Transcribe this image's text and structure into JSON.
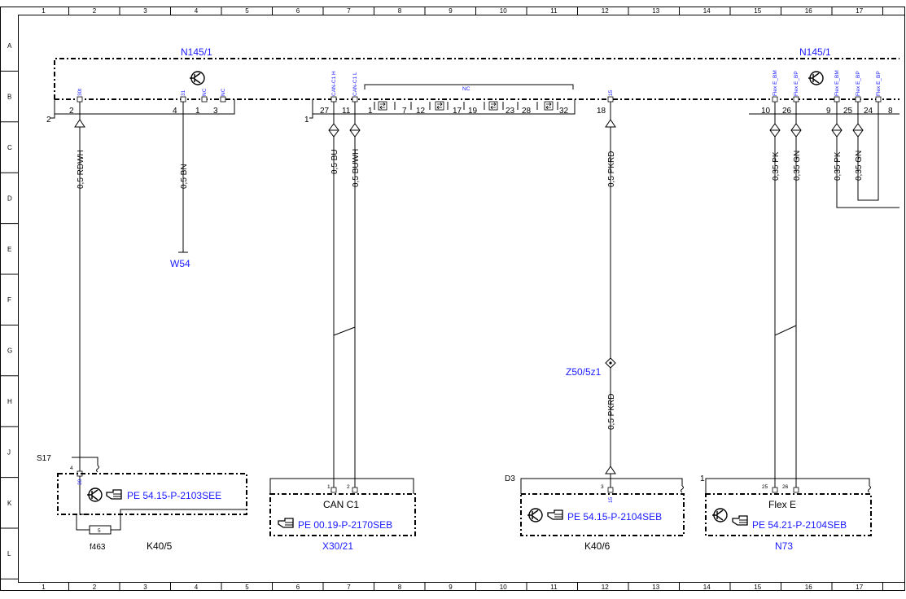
{
  "ruler": {
    "columns": [
      "1",
      "2",
      "3",
      "4",
      "5",
      "6",
      "7",
      "8",
      "9",
      "10",
      "11",
      "12",
      "13",
      "14",
      "15",
      "16",
      "17"
    ],
    "rows": [
      "A",
      "B",
      "C",
      "D",
      "E",
      "F",
      "G",
      "H",
      "J",
      "K",
      "L"
    ]
  },
  "modules": {
    "top_left": "N145/1",
    "top_right": "N145/1",
    "connector_2": "2",
    "connector_1": "1"
  },
  "pins_top": {
    "p2": "2",
    "p4": "4",
    "p1a": "1",
    "p3": "3",
    "p27": "27",
    "p11": "11",
    "p1b": "1",
    "p7": "7",
    "p12": "12",
    "p17": "17",
    "p19": "19",
    "p23": "23",
    "p28": "28",
    "p32": "32",
    "p18": "18",
    "p10": "10",
    "p26": "26",
    "p9": "9",
    "p25": "25",
    "p24": "24",
    "p8": "8"
  },
  "pin_names": {
    "n30t": "30t",
    "n31": "31",
    "nNC1": "NC",
    "nNC2": "NC",
    "can_h": "CAN-C1 H",
    "can_l": "CAN-C1 L",
    "nc_bus": "NC",
    "n15": "15",
    "flex_bm": "Flex E_BM",
    "flex_bp": "Flex E_BP",
    "flex_bm2": "Flex E_BM",
    "flex_bp2": "Flex E_BP",
    "flex_bp3": "Flex E_BP"
  },
  "wires": {
    "w1": "0,5 RDWH",
    "w2": "0,5 BN",
    "w3": "0,5 BU",
    "w4": "0,5 BUWH",
    "w5": "0,5 PKRD",
    "w6": "0,35 PK",
    "w7": "0,35 GN",
    "w8": "0,35 PK",
    "w9": "0,35 GN",
    "w10": "0,5 PKRD"
  },
  "ground": "W54",
  "splice": "Z50/5z1",
  "components": {
    "s17": "S17",
    "k405_pin4": "4",
    "k405_pin30": "30",
    "k405_ref": "PE 54.15-P-2103SEE",
    "fuse_no": "5",
    "fuse": "f463",
    "k405": "K40/5",
    "x3021_title": "CAN C1",
    "x3021_pin1": "1",
    "x3021_pin2": "2",
    "x3021_ref": "PE 00.19-P-2170SEB",
    "x3021": "X30/21",
    "d3": "D3",
    "k406_pin3": "3",
    "k406_pin15": "15",
    "k406_ref": "PE 54.15-P-2104SEB",
    "k406": "K40/6",
    "n73_conn": "1",
    "n73_pin25": "25",
    "n73_pin26": "26",
    "n73_title": "Flex E",
    "n73_ref": "PE 54.21-P-2104SEB",
    "n73": "N73"
  }
}
